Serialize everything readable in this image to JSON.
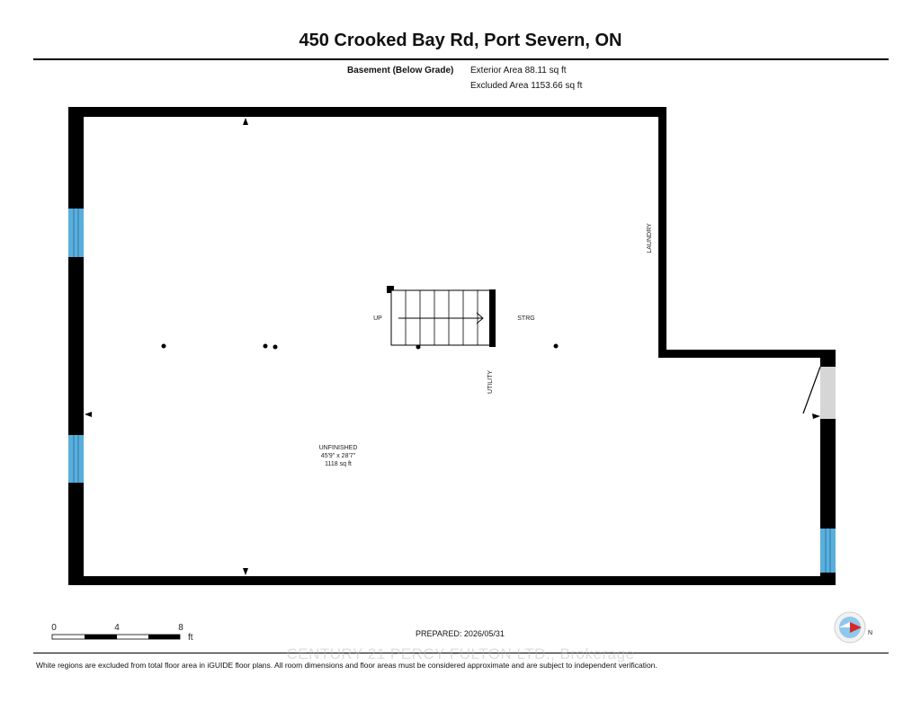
{
  "header": {
    "address": "450 Crooked Bay Rd, Port Severn, ON",
    "level_name": "Basement (Below Grade)",
    "exterior_area": "Exterior Area 88.11 sq ft",
    "excluded_area": "Excluded Area 1153.66 sq ft"
  },
  "rooms": {
    "unfinished_name": "UNFINISHED",
    "unfinished_dims": "45'9\" x 28'7\"",
    "unfinished_area": "1118 sq ft",
    "storage": "STRG",
    "utility": "UTILITY",
    "laundry": "LAUNDRY",
    "stairs_up": "UP"
  },
  "scale": {
    "tick_0": "0",
    "tick_4": "4",
    "tick_8": "8",
    "unit": "ft"
  },
  "compass": {
    "north_label": "N"
  },
  "prepared": "PREPARED: 2026/05/31",
  "watermark": "CENTURY 21 PERCY FULTON LTD., Brokerage",
  "footer_note": "White regions are excluded from total floor area in iGUIDE floor plans. All room dimensions and floor areas must be considered approximate and are subject to independent verification.",
  "colors": {
    "wall": "#000000",
    "window": "#5aaedc",
    "door": "#d6d6d6",
    "compass_red": "#d42a2a",
    "compass_blue": "#8fc8ec"
  }
}
